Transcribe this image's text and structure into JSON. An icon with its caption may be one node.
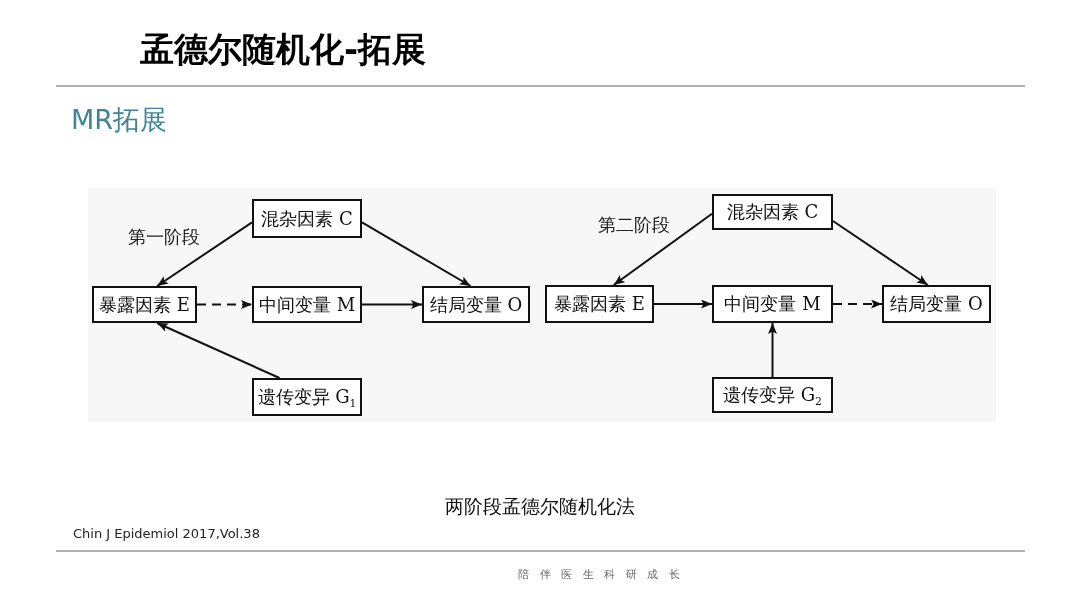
{
  "diagram": {
    "title": "孟德尔随机化-拓展",
    "caption": "两阶段孟德尔随机化法",
    "nodes": [
      {
        "text": [
          "混杂因素 C"
        ]
      },
      {
        "text": [
          "暴露因素 E"
        ]
      },
      {
        "text": [
          "中间变量 M"
        ]
      },
      {
        "text": [
          "结局变量 O"
        ]
      },
      {
        "text": [
          "遗传变异 G$_{1}$"
        ]
      },
      {
        "text": [
          "混杂因素 C"
        ]
      },
      {
        "text": [
          "暴露因素 E"
        ]
      },
      {
        "text": [
          "中间变量 M"
        ]
      },
      {
        "text": [
          "结局变量 O"
        ]
      },
      {
        "text": [
          "遗传变异 G$_{2}$"
        ]
      }
    ],
    "edges": [
      {
        "from": 0,
        "to": 1,
        "arrow": "to"
      },
      {
        "from": 0,
        "to": 3,
        "arrow": "to"
      },
      {
        "from": 1,
        "to": 2,
        "arrow": "to",
        "style": "dashed"
      },
      {
        "from": 2,
        "to": 3,
        "arrow": "to"
      },
      {
        "from": 4,
        "to": 1,
        "arrow": "to"
      },
      {
        "from": 5,
        "to": 6,
        "arrow": "to"
      },
      {
        "from": 5,
        "to": 8,
        "arrow": "to"
      },
      {
        "from": 6,
        "to": 7,
        "arrow": "to"
      },
      {
        "from": 7,
        "to": 8,
        "arrow": "to",
        "style": "dashed"
      },
      {
        "from": 9,
        "to": 7,
        "arrow": "to"
      }
    ],
    "labels": [
      "MR拓展",
      "第一阶段",
      "第二阶段",
      "Chin J Epidemiol 2017,Vol.38",
      "陪伴医生科研成长"
    ]
  }
}
